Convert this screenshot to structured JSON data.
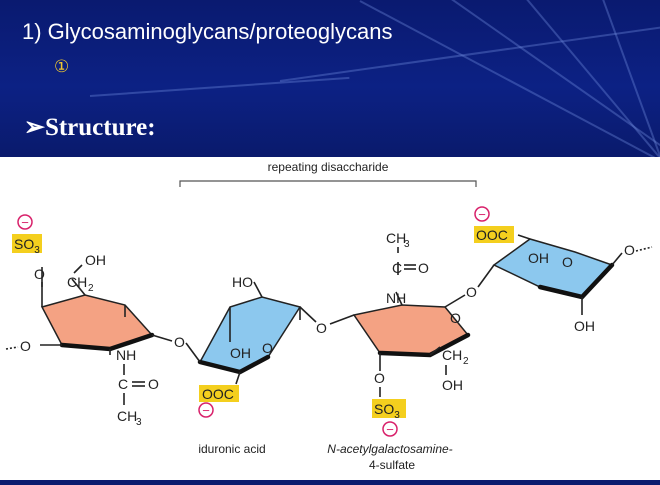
{
  "slide": {
    "title": "1) Glycosaminoglycans/proteoglycans",
    "bullet_marker": "①",
    "subheading": "Structure:",
    "subheading_marker": "➢"
  },
  "diagram": {
    "bracket_label": "repeating disaccharide",
    "unit_labels": {
      "left": "iduronic acid",
      "right_line1": "N-acetylgalactosamine-",
      "right_line2": "4-sulfate"
    },
    "groups": {
      "so3": "SO",
      "so3_sub": "3",
      "ooc": "OOC",
      "oh": "OH",
      "ho": "HO",
      "ch2": "CH",
      "ch2_sub": "2",
      "ch3": "CH",
      "ch3_sub": "3",
      "nh": "NH",
      "c": "C",
      "eq_o": "O",
      "o": "O",
      "minus": "−"
    },
    "colors": {
      "pink_ring": "#f4a283",
      "blue_ring": "#8cc8ee",
      "highlight": "#f4cf1e",
      "charge": "#d8206a"
    }
  }
}
